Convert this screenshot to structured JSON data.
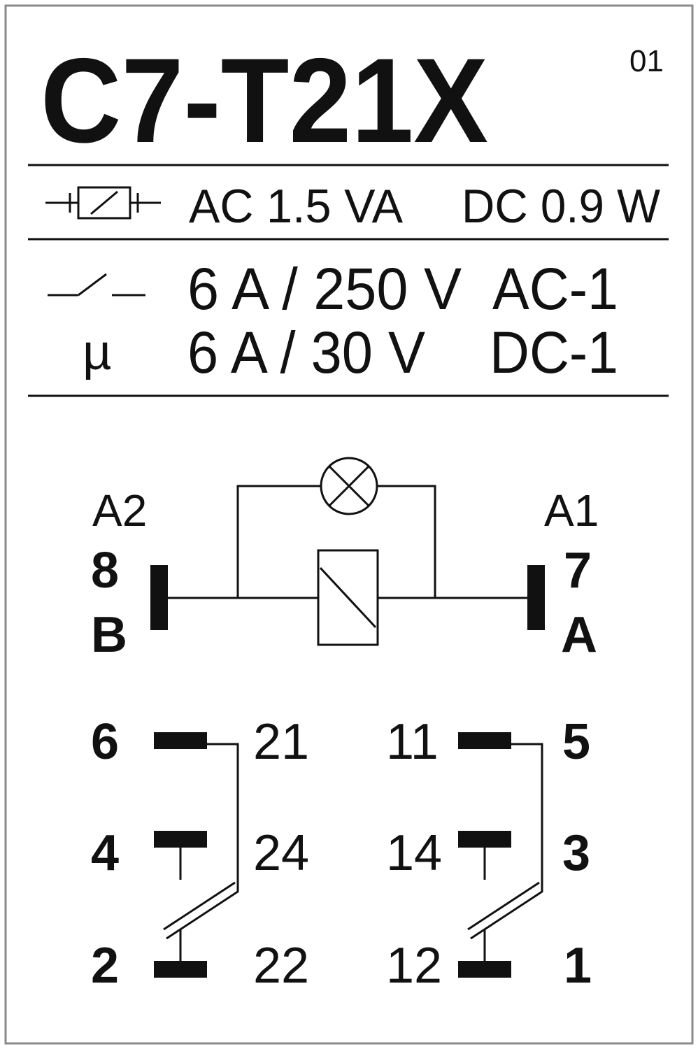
{
  "model": "C7-T21X",
  "version": "01",
  "coil_rating": {
    "ac": "AC 1.5 VA",
    "dc": "DC 0.9 W"
  },
  "contact_rating": {
    "ac_current": "6 A / 250 V",
    "ac_category": "AC-1",
    "micro_symbol": "µ",
    "dc_current": "6 A / 30 V",
    "dc_category": "DC-1"
  },
  "coil_terminals": {
    "left_name": "A2",
    "left_pin": "8",
    "left_letter": "B",
    "right_name": "A1",
    "right_pin": "7",
    "right_letter": "A"
  },
  "contacts": {
    "left": {
      "common_pin": "6",
      "common_num": "21",
      "no_pin": "4",
      "no_num": "24",
      "nc_pin": "2",
      "nc_num": "22"
    },
    "right": {
      "common_num": "11",
      "common_pin": "5",
      "no_num": "14",
      "no_pin": "3",
      "nc_num": "12",
      "nc_pin": "1"
    }
  },
  "colors": {
    "ink": "#111111",
    "border": "#8a8a8a",
    "background": "#ffffff"
  }
}
